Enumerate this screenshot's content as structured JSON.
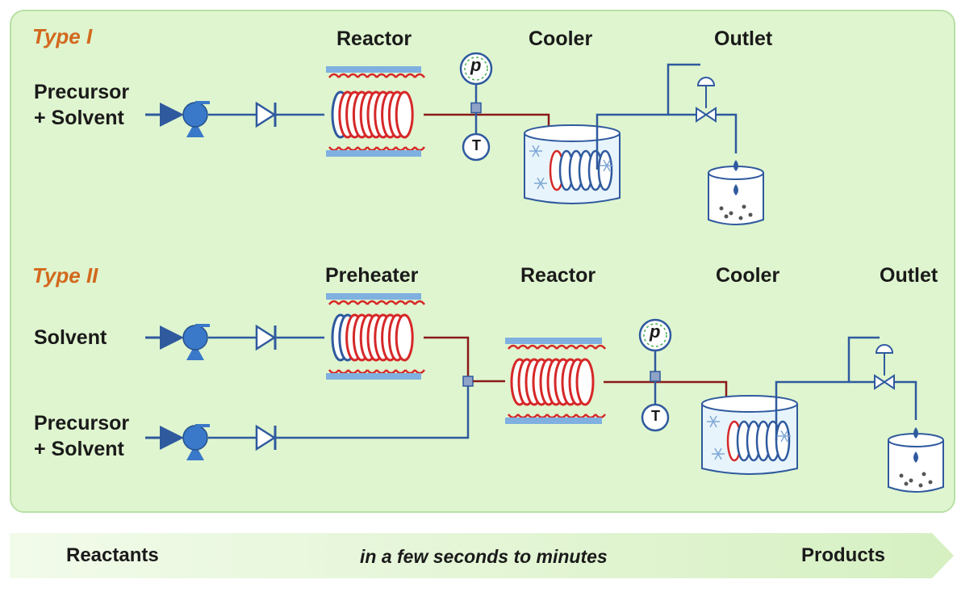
{
  "type1": {
    "title": "Type I",
    "input_line1": "Precursor",
    "input_line2": "+ Solvent",
    "reactor": "Reactor",
    "cooler": "Cooler",
    "outlet": "Outlet"
  },
  "type2": {
    "title": "Type II",
    "input1": "Solvent",
    "input2_line1": "Precursor",
    "input2_line2": "+ Solvent",
    "preheater": "Preheater",
    "reactor": "Reactor",
    "cooler": "Cooler",
    "outlet": "Outlet"
  },
  "gauges": {
    "pressure": "p",
    "temperature": "T"
  },
  "banner": {
    "left": "Reactants",
    "middle": "in a few seconds to minutes",
    "right": "Products"
  },
  "colors": {
    "panel_bg": "#dff5cf",
    "pipe_cold": "#2f5a9e",
    "pipe_hot": "#8b1a1a",
    "heater": "#7fb0e0",
    "coil_hot": "#d62828",
    "coil_cold": "#2f5a9e",
    "pump": "#3a78c9",
    "accent": "#d2691e"
  }
}
